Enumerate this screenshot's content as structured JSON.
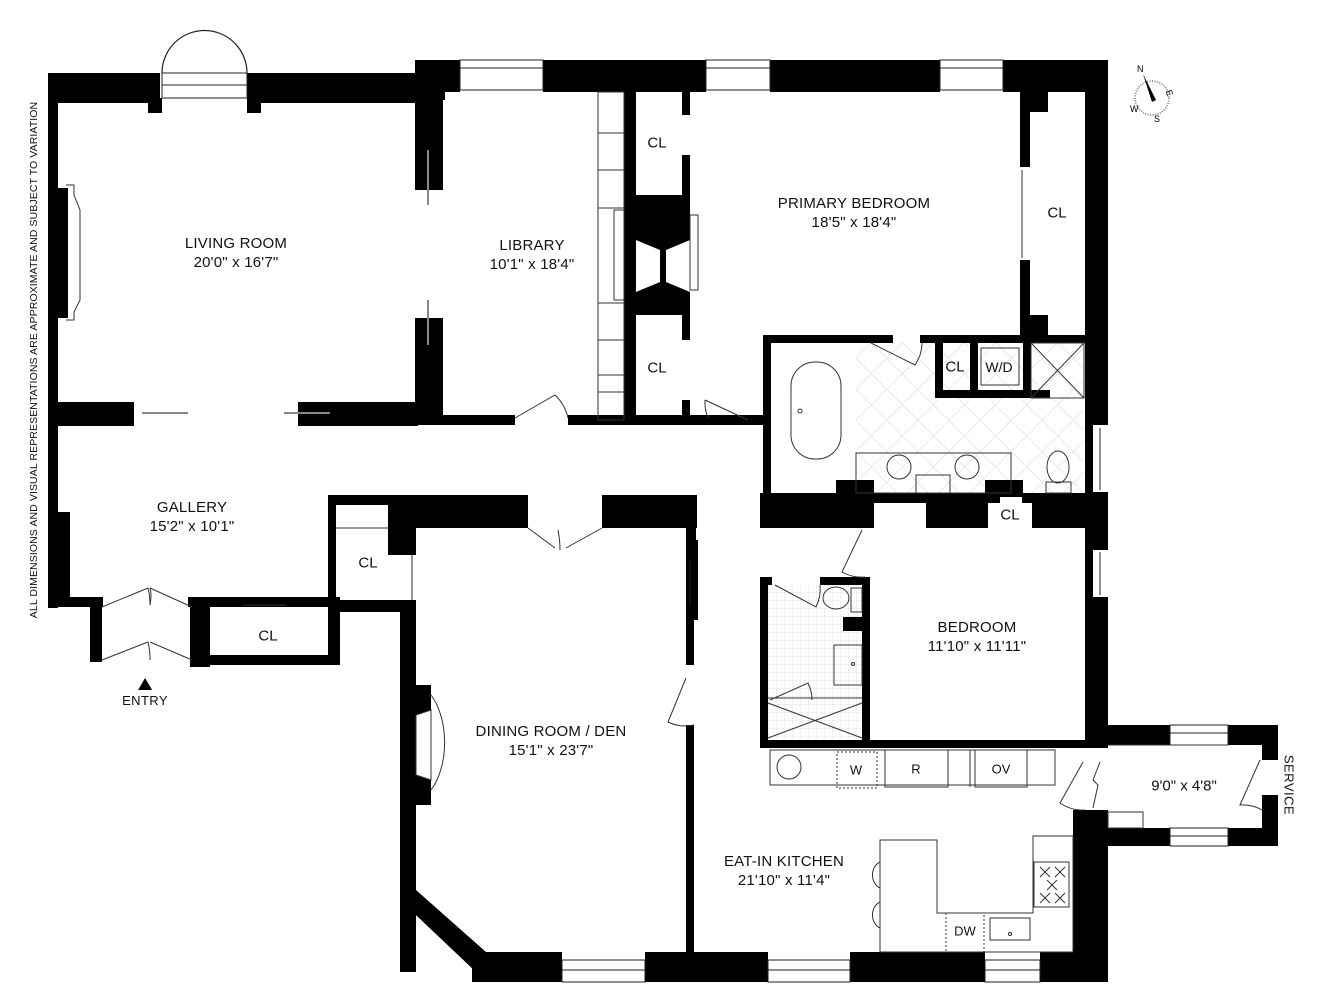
{
  "disclaimer": "ALL DIMENSIONS AND VISUAL REPRESENTATIONS ARE APPROXIMATE AND SUBJECT TO VARIATION",
  "compass": {
    "icon": "compass-rose-icon",
    "n": "N",
    "e": "E",
    "s": "S",
    "w": "W"
  },
  "rooms": {
    "living_room": {
      "name": "LIVING ROOM",
      "dims": "20'0\" x 16'7\""
    },
    "library": {
      "name": "LIBRARY",
      "dims": "10'1\" x 18'4\""
    },
    "primary_bedroom": {
      "name": "PRIMARY BEDROOM",
      "dims": "18'5\" x 18'4\""
    },
    "gallery": {
      "name": "GALLERY",
      "dims": "15'2\" x 10'1\""
    },
    "dining_room": {
      "name": "DINING ROOM / DEN",
      "dims": "15'1\" x 23'7\""
    },
    "bedroom": {
      "name": "BEDROOM",
      "dims": "11'10\" x 11'11\""
    },
    "kitchen": {
      "name": "EAT-IN KITCHEN",
      "dims": "21'10\" x 11'4\""
    },
    "service_hall": {
      "name": "",
      "dims": "9'0\" x 4'8\""
    }
  },
  "closets": {
    "library_upper": "CL",
    "library_lower": "CL",
    "primary": "CL",
    "bath_cl": "CL",
    "hall_cl": "CL",
    "gallery_side": "CL",
    "gallery_front": "CL"
  },
  "appliances": {
    "washer_dryer": "W/D",
    "washer": "W",
    "refrigerator": "R",
    "oven": "OV",
    "dishwasher": "DW"
  },
  "entry": {
    "label": "ENTRY",
    "icon": "entry-arrow-icon"
  },
  "service": {
    "label": "SERVICE"
  },
  "colors": {
    "wall": "#000000",
    "fixture": "#555555",
    "tile": "#d8d8d8",
    "background": "#ffffff"
  }
}
